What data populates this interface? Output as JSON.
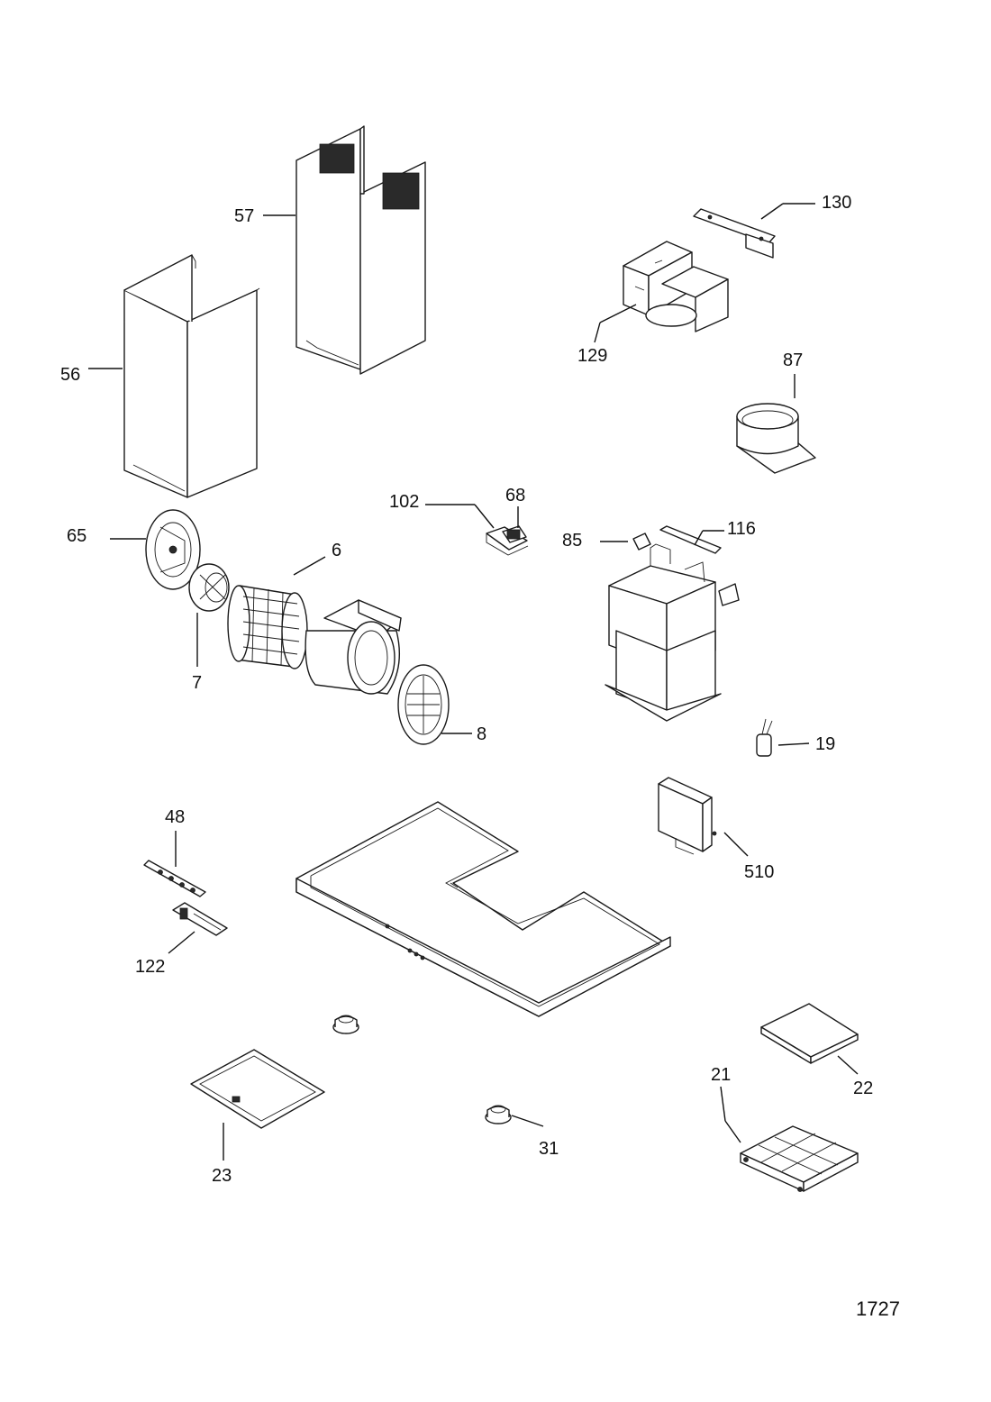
{
  "diagram": {
    "id_label": "1727",
    "callouts": {
      "p6": "6",
      "p7": "7",
      "p8": "8",
      "p19": "19",
      "p21": "21",
      "p22": "22",
      "p23": "23",
      "p31": "31",
      "p48": "48",
      "p56": "56",
      "p57": "57",
      "p65": "65",
      "p68": "68",
      "p85": "85",
      "p87": "87",
      "p102": "102",
      "p116": "116",
      "p122": "122",
      "p129": "129",
      "p130": "130",
      "p510": "510"
    }
  }
}
